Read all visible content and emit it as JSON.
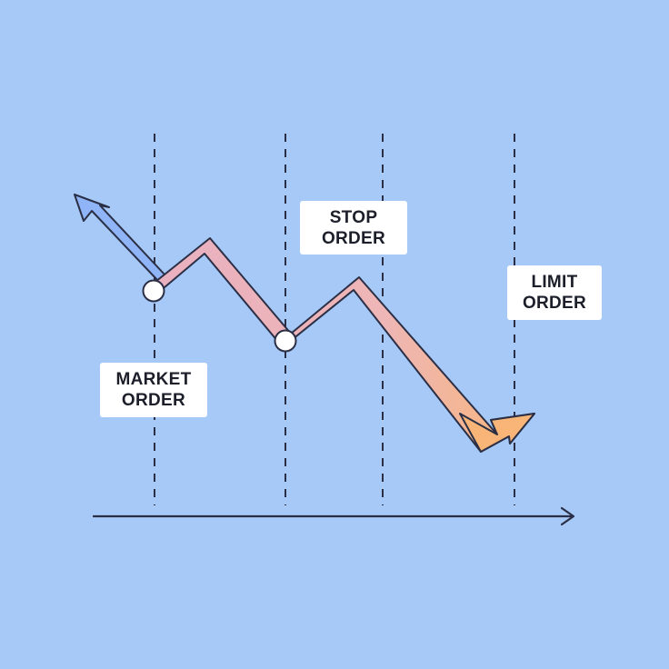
{
  "labels": {
    "market": {
      "line1": "MARKET",
      "line2": "ORDER"
    },
    "stop": {
      "line1": "STOP",
      "line2": "ORDER"
    },
    "limit": {
      "line1": "LIMIT",
      "line2": "ORDER"
    }
  },
  "colors": {
    "background": "#a7c9f8",
    "arrow_up": "#8fb4f7",
    "line_body": "#eab3bf",
    "arrow_end": "#f8b577",
    "outline": "#2a2f45",
    "marker_fill": "#ffffff",
    "label_fill": "#ffffff"
  },
  "icons": {
    "up_arrow": "arrow-up-left-icon",
    "down_arrow": "arrow-down-right-icon",
    "axis": "arrow-right-icon"
  }
}
